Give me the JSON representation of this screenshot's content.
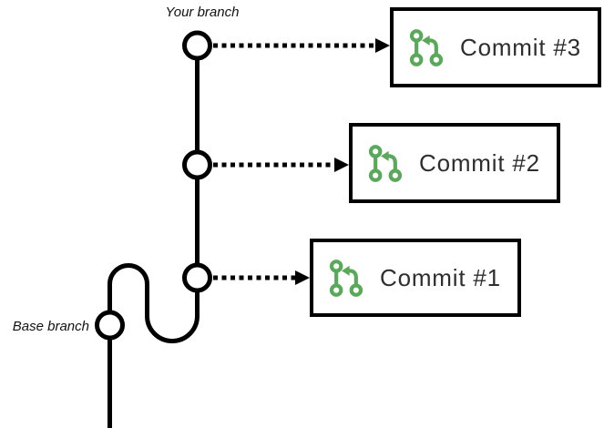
{
  "diagram": {
    "labels": {
      "your_branch": "Your branch",
      "base_branch": "Base branch"
    },
    "commits": [
      {
        "label": "Commit #3"
      },
      {
        "label": "Commit #2"
      },
      {
        "label": "Commit #1"
      }
    ],
    "icons": {
      "commit_box_icon": "git-pull-request-icon"
    },
    "colors": {
      "line": "#000000",
      "node_fill": "#ffffff",
      "box_border": "#000000",
      "icon_green": "#5aa85a",
      "text": "#2e2e2e",
      "background": "#ffffff"
    }
  }
}
